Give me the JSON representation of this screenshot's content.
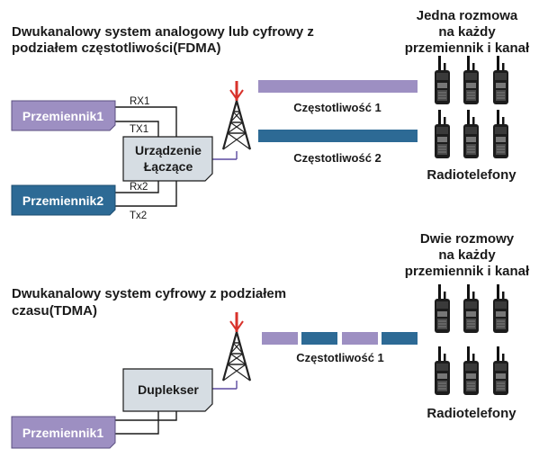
{
  "fdma": {
    "title_line1": "Dwukanalowy system analogowy lub cyfrowy z",
    "title_line2": "podziałem częstotliwości(FDMA)",
    "radios_label_line1": "Jedna rozmowa",
    "radios_label_line2": "na każdy",
    "radios_label_line3": "przemiennik i kanał",
    "repeater1": "Przemiennik1",
    "repeater2": "Przemiennik2",
    "combiner_line1": "Urządzenie",
    "combiner_line2": "Łączące",
    "rx1": "RX1",
    "tx1": "TX1",
    "rx2": "Rx2",
    "tx2": "Tx2",
    "freq1": "Częstotliwość 1",
    "freq2": "Częstotliwość 2",
    "radios_caption": "Radiotelefony"
  },
  "tdma": {
    "title_line1": "Dwukanalowy system cyfrowy z podziałem",
    "title_line2": "czasu(TDMA)",
    "radios_label_line1": "Dwie rozmowy",
    "radios_label_line2": "na każdy",
    "radios_label_line3": "przemiennik i kanał",
    "duplexer": "Duplekser",
    "repeater1": "Przemiennik1",
    "freq1": "Częstotliwość 1",
    "radios_caption": "Radiotelefony"
  },
  "colors": {
    "purple": "#9d8fc2",
    "blue": "#2d6a95",
    "box_gray": "#d6dde3",
    "wire_purple": "#5b4aa0",
    "antenna_red": "#d8322b"
  },
  "icons": [
    "antenna-tower-icon",
    "handheld-radio-icon"
  ]
}
